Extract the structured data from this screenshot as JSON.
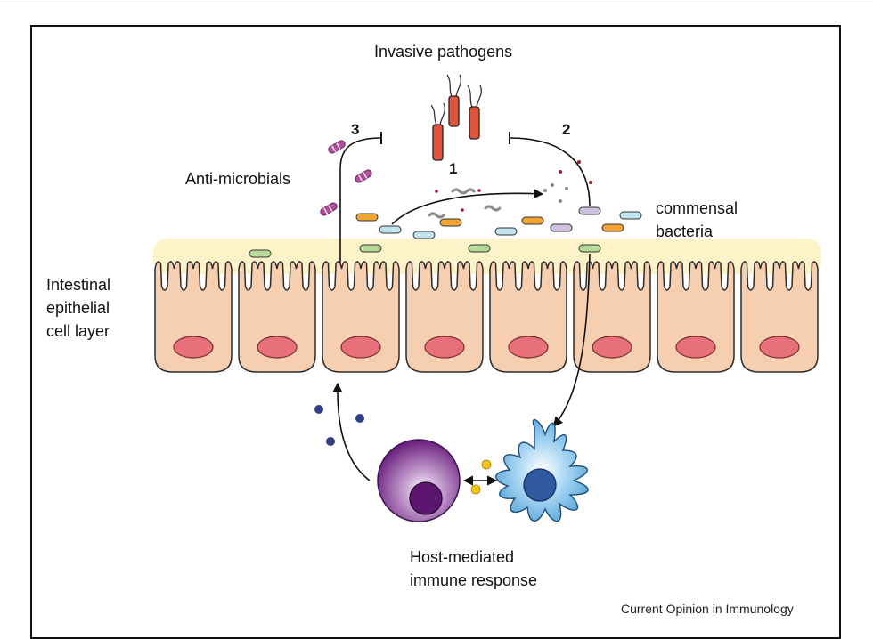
{
  "labels": {
    "invasive": "Invasive pathogens",
    "antimicrobials": "Anti-microbials",
    "commensal_l1": "commensal",
    "commensal_l2": "bacteria",
    "intestinal_l1": "Intestinal",
    "intestinal_l2": "epithelial",
    "intestinal_l3": "cell layer",
    "host_l1": "Host-mediated",
    "host_l2": "immune response",
    "credit": "Current Opinion in Immunology"
  },
  "step_numbers": {
    "one": "1",
    "two": "2",
    "three": "3"
  },
  "colors": {
    "cell_fill": "#f6cfb0",
    "cell_stroke": "#2b2b2b",
    "nucleus": "#e8707a",
    "mucus": "#fcf4c8",
    "pathogen": "#e2533c",
    "bacteria_orange": "#f2a531",
    "bacteria_blue": "#bfe3ef",
    "bacteria_green": "#b7d99a",
    "bacteria_lavender": "#cdc1de",
    "antimicrobial": "#b24f9a",
    "immune_cell_purple": "#7a2e8c",
    "dendritic_cell_blue": "#5aa9dd",
    "cytokine_navy": "#2f3f86",
    "cytokine_yellow": "#f5c518",
    "particle_red": "#9a1f2c",
    "particle_grey": "#8a8a8a"
  },
  "icons": [
    "pathogen-rod-icon",
    "commensal-bacterium-icon",
    "antimicrobial-icon",
    "epithelial-cell-icon",
    "b-cell-icon",
    "dendritic-cell-icon",
    "cytokine-dot-icon",
    "inhibition-arrow-icon"
  ]
}
